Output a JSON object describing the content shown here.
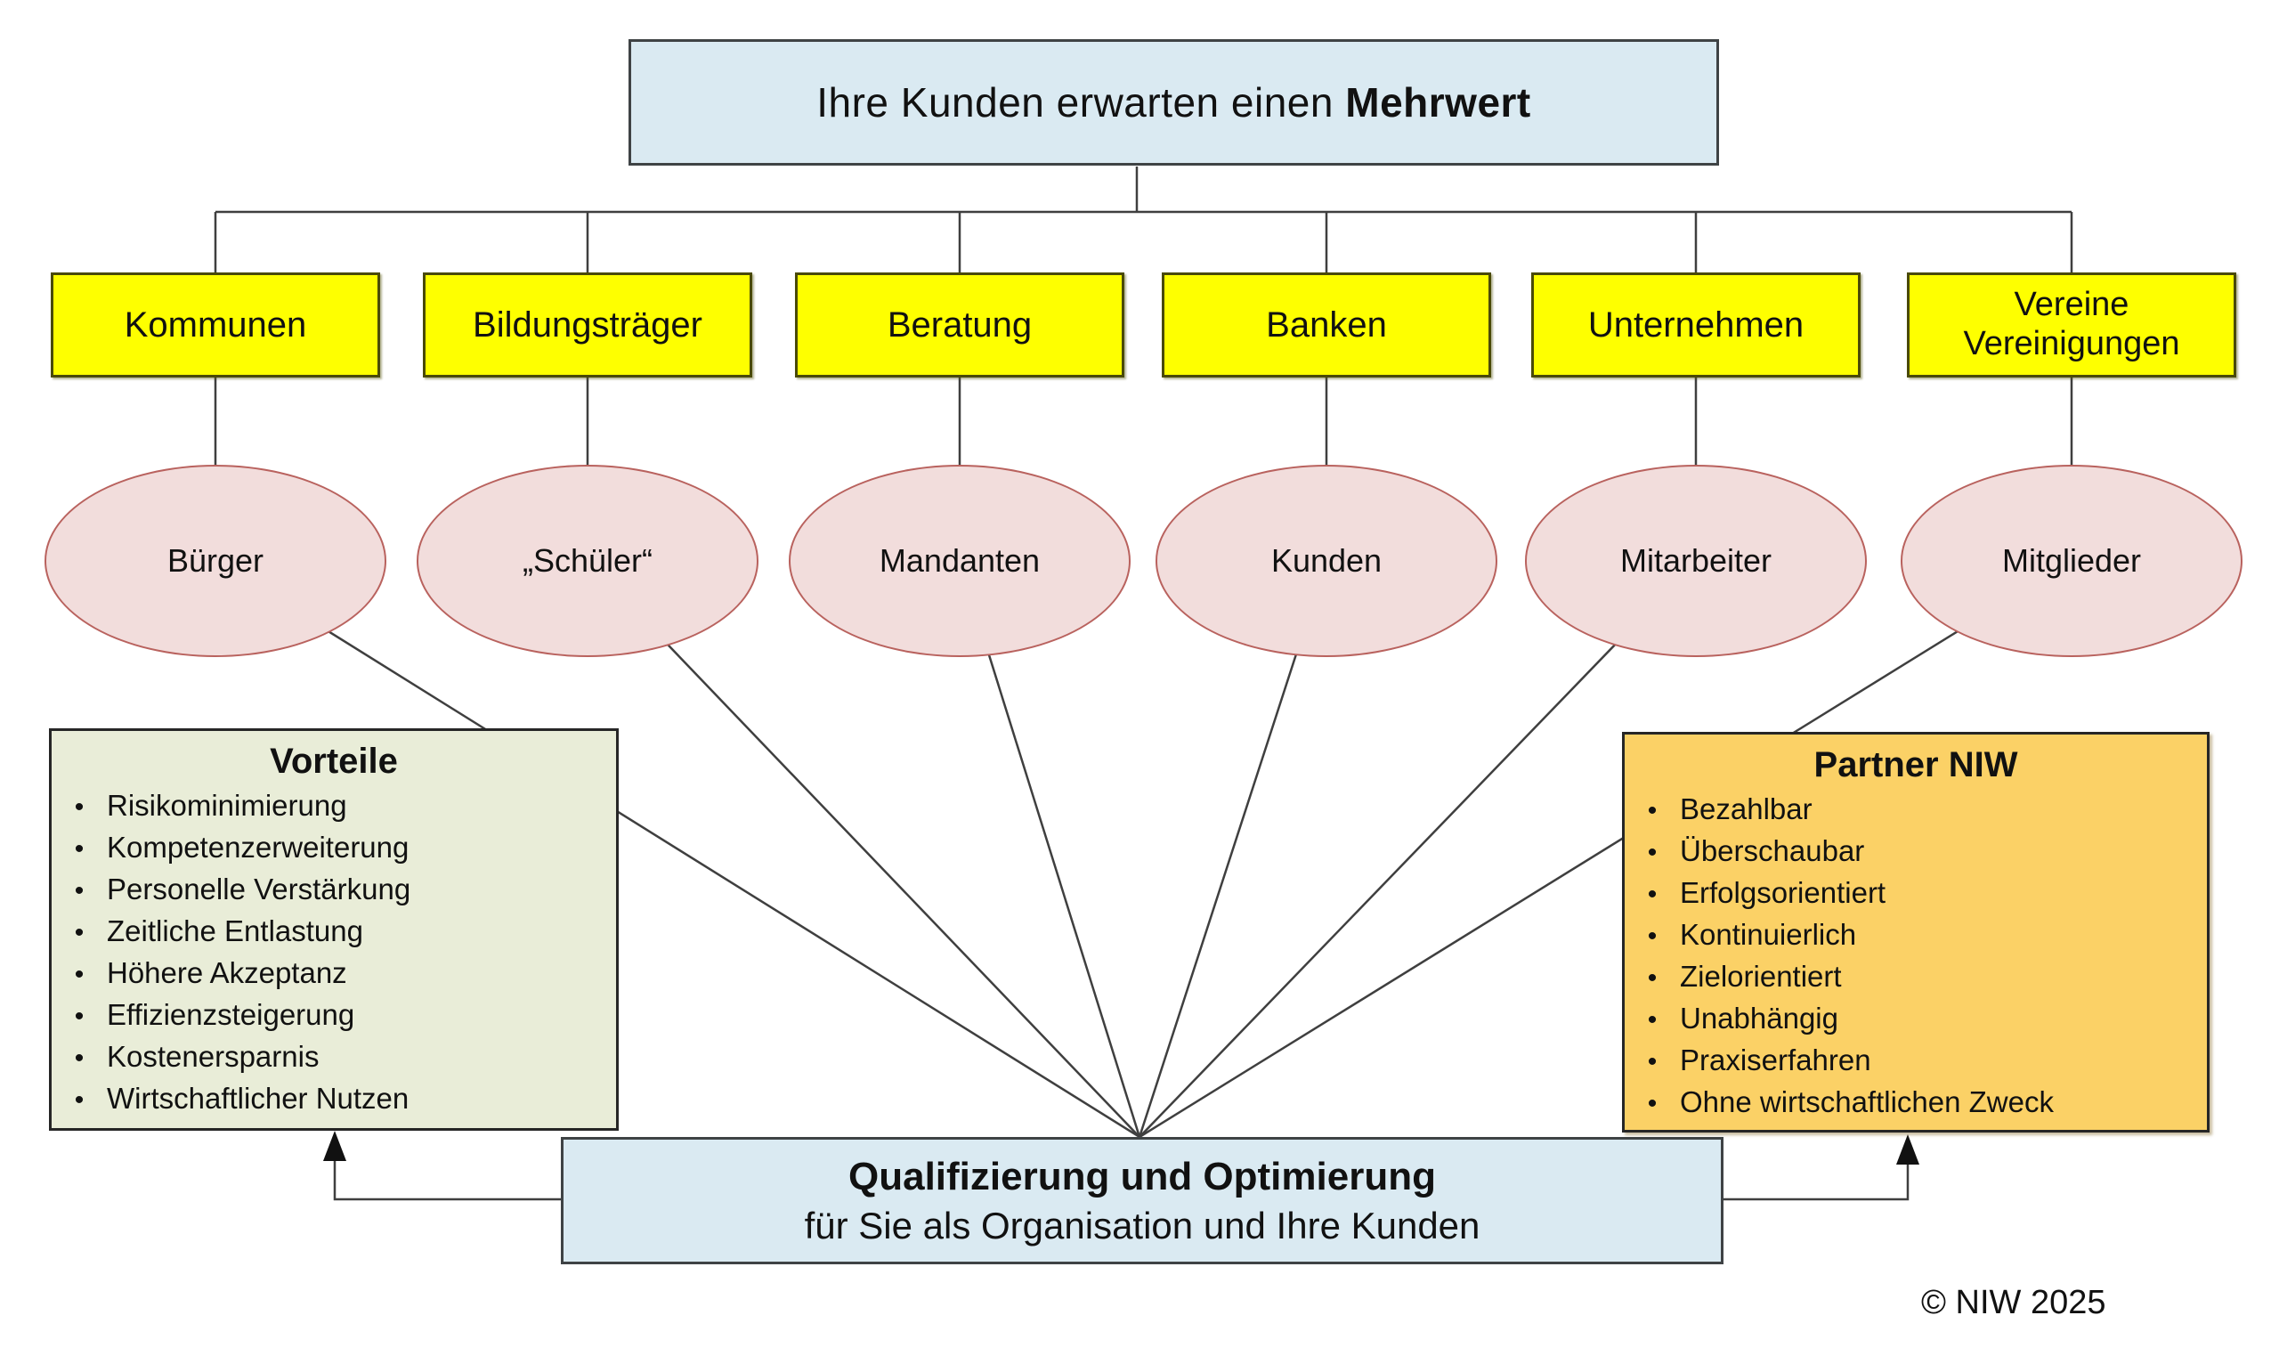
{
  "diagram": {
    "title": {
      "prefix": "Ihre Kunden erwarten einen ",
      "bold": "Mehrwert"
    },
    "segments": [
      {
        "label": "Kommunen",
        "target": "Bürger"
      },
      {
        "label": "Bildungsträger",
        "target": "„Schüler“"
      },
      {
        "label": "Beratung",
        "target": "Mandanten"
      },
      {
        "label": "Banken",
        "target": "Kunden"
      },
      {
        "label": "Unternehmen",
        "target": "Mitarbeiter"
      },
      {
        "label": "Vereine",
        "label2": "Vereinigungen",
        "target": "Mitglieder"
      }
    ],
    "vorteile": {
      "title": "Vorteile",
      "items": [
        "Risikominimierung",
        "Kompetenzerweiterung",
        "Personelle Verstärkung",
        "Zeitliche Entlastung",
        "Höhere Akzeptanz",
        "Effizienzsteigerung",
        "Kostenersparnis",
        "Wirtschaftlicher Nutzen"
      ]
    },
    "partner": {
      "title": "Partner NIW",
      "items": [
        "Bezahlbar",
        "Überschaubar",
        "Erfolgsorientiert",
        "Kontinuierlich",
        "Zielorientiert",
        "Unabhängig",
        "Praxiserfahren",
        "Ohne wirtschaftlichen Zweck"
      ]
    },
    "bottom": {
      "line1": "Qualifizierung und Optimierung",
      "line2": "für Sie als Organisation und Ihre Kunden"
    },
    "copyright": "© NIW 2025",
    "colors": {
      "box_blue": "#daeaf2",
      "box_yellow": "#feff00",
      "ellipse_fill": "#f2dddc",
      "ellipse_stroke": "#b9625e",
      "vorteile_fill": "#e9edd8",
      "partner_fill": "#fbd166",
      "line": "#3f3f3f"
    }
  }
}
